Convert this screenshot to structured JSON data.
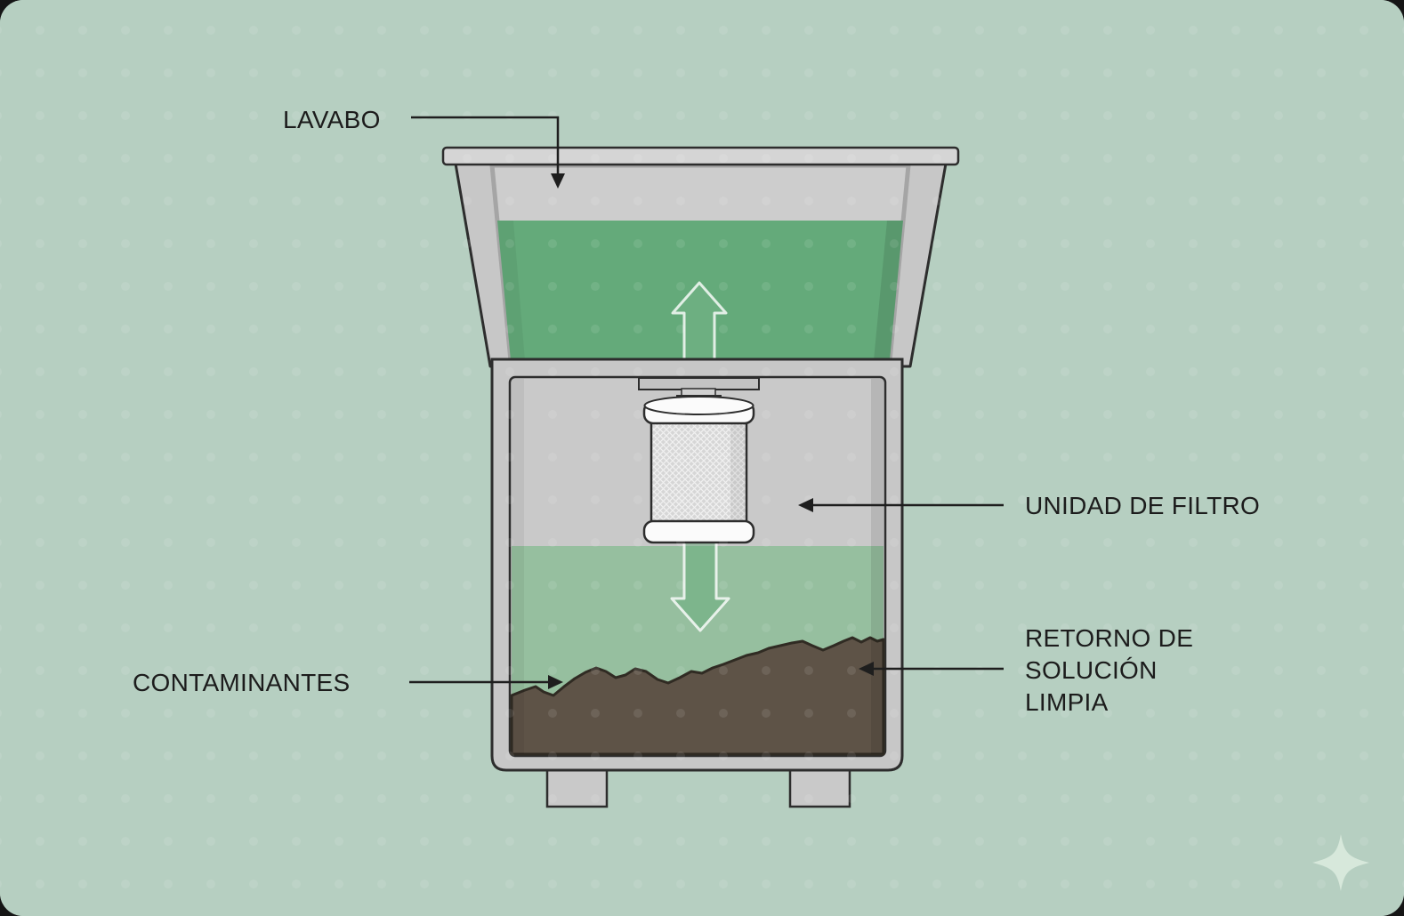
{
  "diagram": {
    "title_implicit": "sink-filtration-diagram",
    "labels": {
      "lavabo": "LAVABO",
      "filter_unit": "UNIDAD DE FILTRO",
      "contaminants": "CONTAMINANTES",
      "clean_return_lines": [
        "RETORNO DE",
        "SOLUCIÓN",
        "LIMPIA"
      ]
    },
    "icons": {
      "sparkle": "sparkle-icon",
      "up_arrow": "flow-up-arrow",
      "down_arrow": "flow-down-arrow"
    },
    "colors": {
      "background": "#b6cfc1",
      "basin_liquid": "#64aa7a",
      "tank_liquid": "#96bf9f",
      "sediment": "#5e5347",
      "wall_gray": "#c7c7c7",
      "rim_gray": "#d5d5d5",
      "outline": "#2d2d2d",
      "label_text": "#1c1c1c",
      "sparkle": "#d7e8db"
    }
  }
}
